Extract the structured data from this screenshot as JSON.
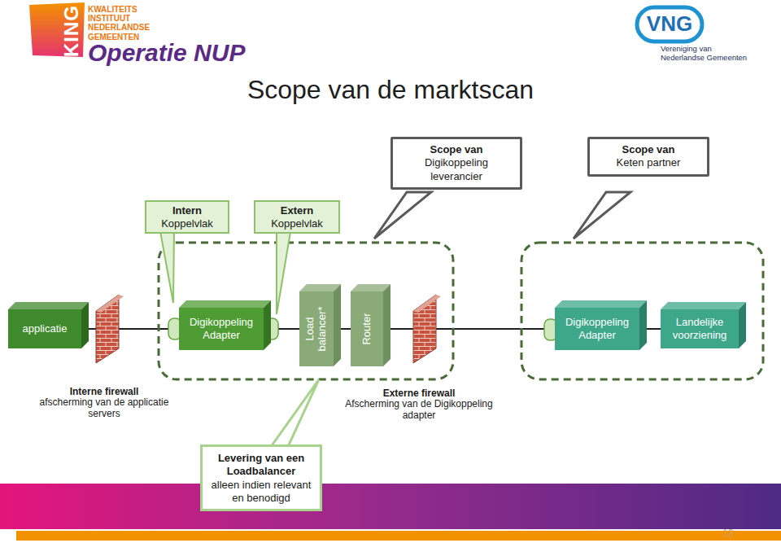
{
  "diagram": {
    "title": "Scope van de marktscan",
    "nodes": [
      {
        "text": [
          "Scope van",
          "Digikoppeling leverancier"
        ]
      },
      {
        "text": [
          "Scope van",
          "Keten partner"
        ]
      },
      {
        "text": [
          "Intern",
          "Koppelvlak"
        ]
      },
      {
        "text": [
          "Extern",
          "Koppelvlak"
        ]
      },
      {
        "text": [
          "applicatie"
        ]
      },
      {
        "text": [
          "Digikoppeling Adapter"
        ]
      },
      {
        "text": [
          "Load balancer*"
        ]
      },
      {
        "text": [
          "Router"
        ]
      },
      {
        "text": [
          "Digikoppeling Adapter"
        ]
      },
      {
        "text": [
          "Landelijke voorziening"
        ]
      },
      {
        "text": [
          "Levering van een Loadbalancer",
          "alleen indien relevant en benodigd"
        ]
      }
    ],
    "edges": [
      {
        "from": 4,
        "to": 5,
        "arrow": "none"
      },
      {
        "from": 5,
        "to": 6,
        "arrow": "none"
      },
      {
        "from": 6,
        "to": 7,
        "arrow": "none"
      },
      {
        "from": 7,
        "to": 8,
        "arrow": "none"
      },
      {
        "from": 8,
        "to": 9,
        "arrow": "none"
      }
    ],
    "labels": [
      "KING",
      "KWALITEITS INSTITUUT NEDERLANDSE GEMEENTEN",
      "Operatie NUP",
      "VNG",
      "Vereniging van Nederlandse Gemeenten",
      "Interne firewall",
      "afscherming van de applicatie servers",
      "Externe firewall",
      "Afscherming van de Digikoppeling adapter",
      "13"
    ]
  }
}
